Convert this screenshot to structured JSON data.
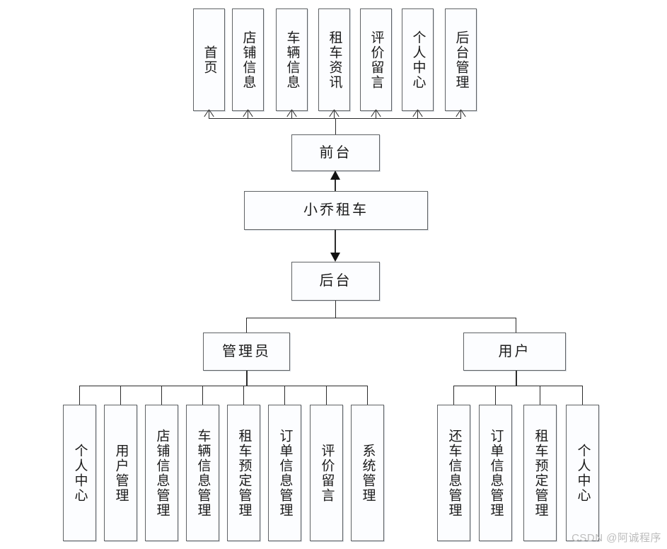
{
  "diagram": {
    "root": {
      "label": "小乔租车"
    },
    "frontend": {
      "label": "前台"
    },
    "backend": {
      "label": "后台"
    },
    "frontend_items": [
      {
        "label": "首页"
      },
      {
        "label": "店铺信息"
      },
      {
        "label": "车辆信息"
      },
      {
        "label": "租车资讯"
      },
      {
        "label": "评价留言"
      },
      {
        "label": "个人中心"
      },
      {
        "label": "后台管理"
      }
    ],
    "roles": [
      {
        "label": "管理员"
      },
      {
        "label": "用户"
      }
    ],
    "admin_items": [
      {
        "label": "个人中心"
      },
      {
        "label": "用户管理"
      },
      {
        "label": "店铺信息管理"
      },
      {
        "label": "车辆信息管理"
      },
      {
        "label": "租车预定管理"
      },
      {
        "label": "订单信息管理"
      },
      {
        "label": "评价留言"
      },
      {
        "label": "系统管理"
      }
    ],
    "user_items": [
      {
        "label": "还车信息管理"
      },
      {
        "label": "订单信息管理"
      },
      {
        "label": "租车预定管理"
      },
      {
        "label": "个人中心"
      }
    ]
  },
  "watermark": {
    "text": "CSDN @阿诚程序"
  },
  "colors": {
    "box_border": "#5f6265",
    "box_fill": "#fcfdff",
    "line": "#2b2b2b",
    "text": "#1b1b1b",
    "watermark": "#bcbcbc"
  }
}
